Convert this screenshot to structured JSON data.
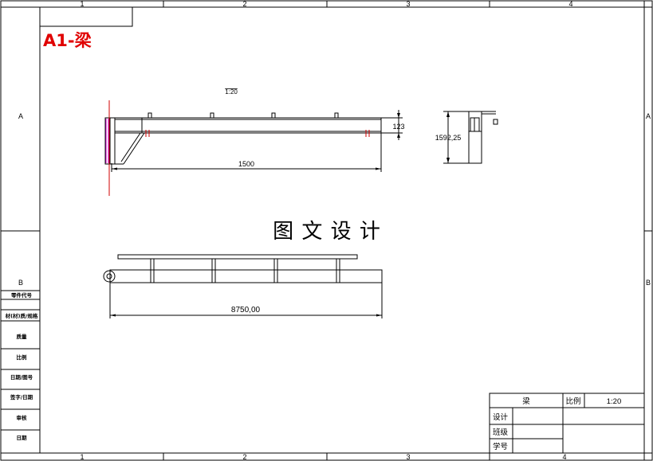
{
  "sheet": {
    "columns": [
      "1",
      "2",
      "3",
      "4"
    ],
    "rows": [
      "A",
      "B"
    ]
  },
  "part_title": "A1-梁",
  "view_scale_label": "1:20",
  "dimensions": {
    "beam_length": "1500",
    "beam_depth": "123",
    "side_height": "1592,25",
    "overall_length": "8750,00"
  },
  "watermark": "图 文 设 计",
  "side_table": [
    "零件代号",
    "材(材)质/规格",
    "质量",
    "比例",
    "日期/图号",
    "签字/日期",
    "审核",
    "日期"
  ],
  "title_block": {
    "name": "梁",
    "scale_label": "比例",
    "scale_value": "1:20",
    "row1": "设计",
    "row2": "班级",
    "row3": "学号"
  },
  "colors": {
    "title": "#e00000",
    "centerline": "#d00000",
    "highlight": "#cc00cc",
    "line": "#000000"
  }
}
